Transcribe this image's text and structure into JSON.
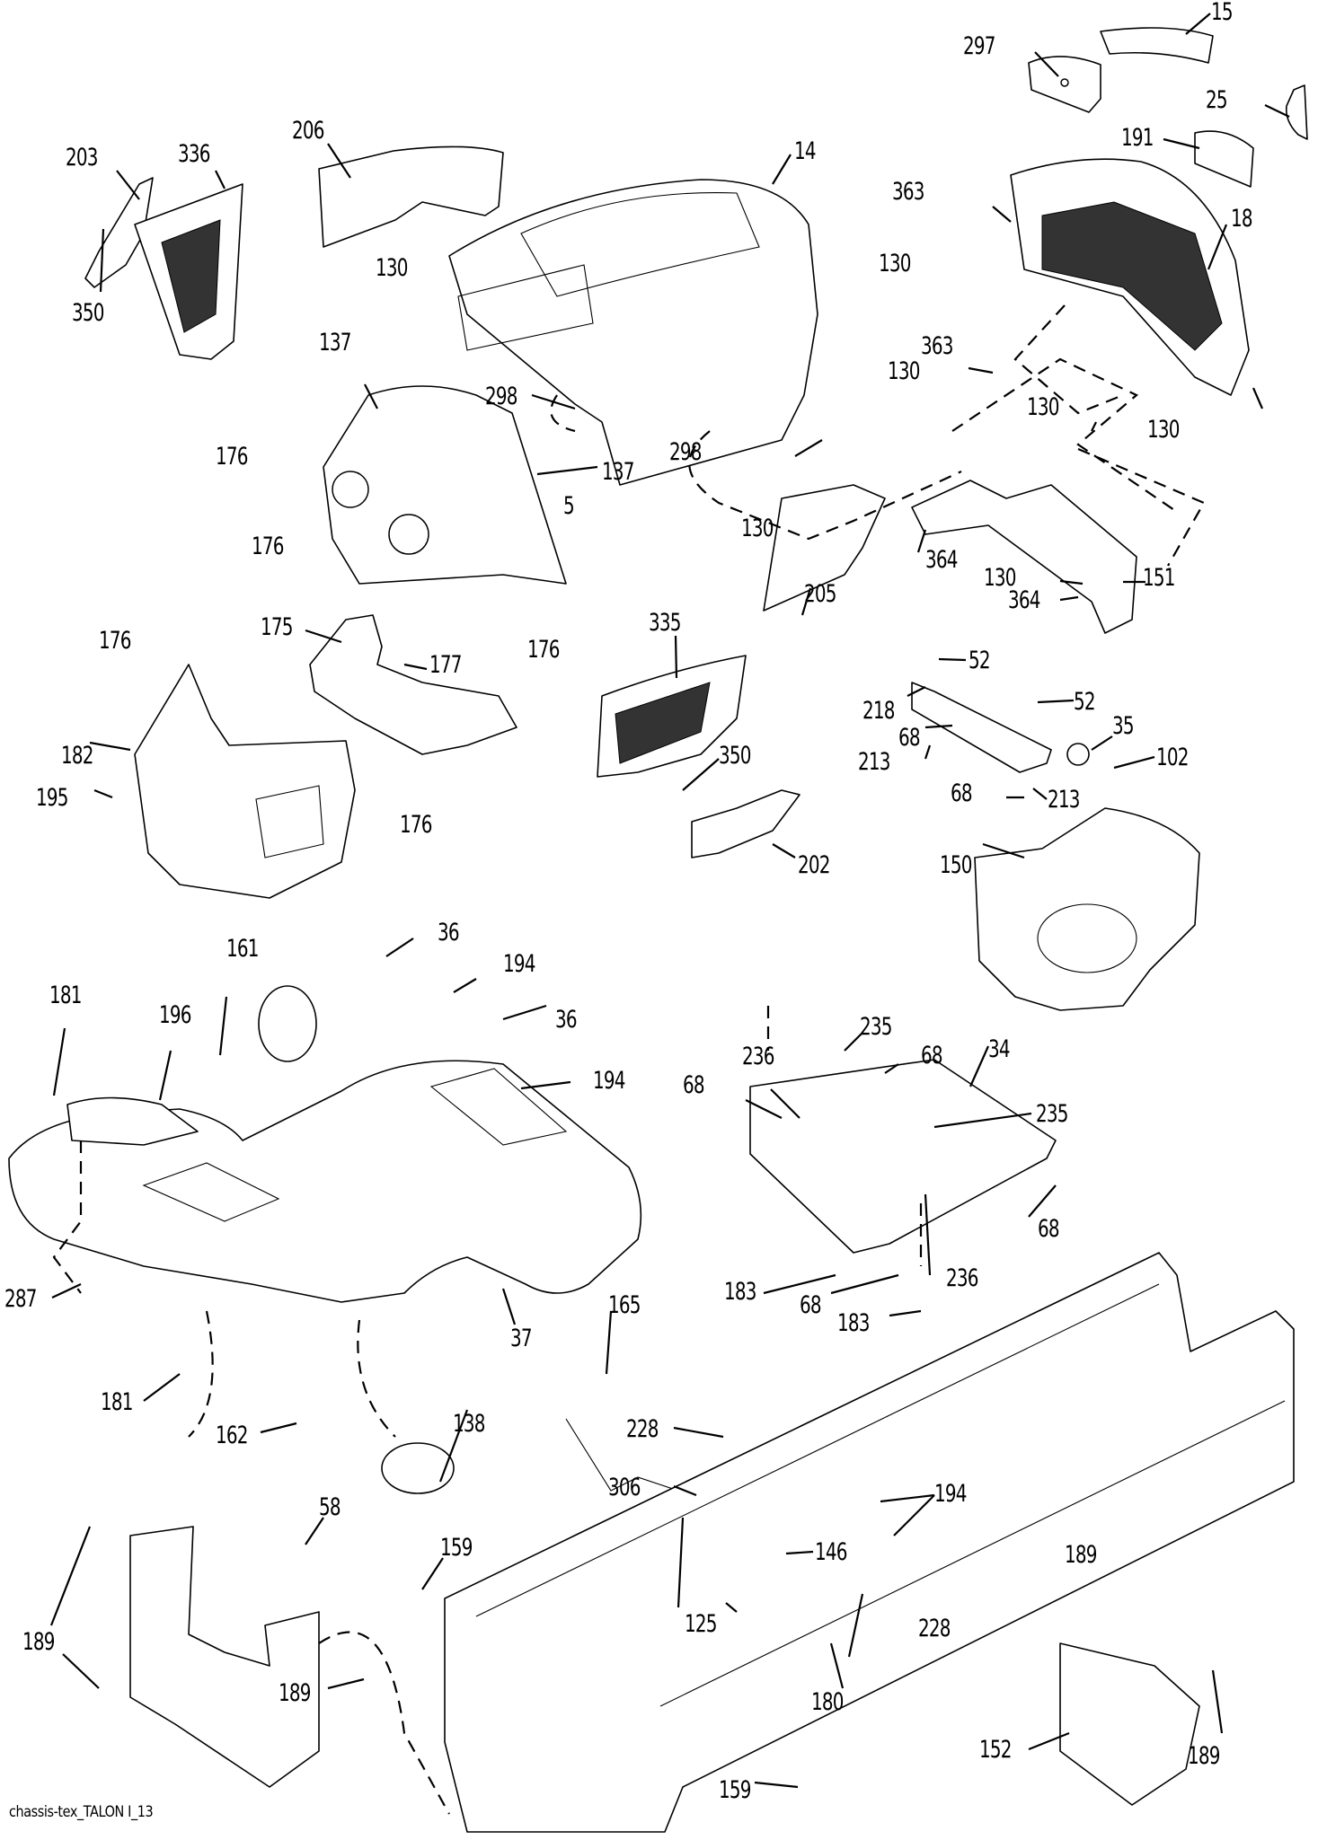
{
  "diagram": {
    "title": "chassis-tex_TALON I_13",
    "type": "exploded parts diagram",
    "callouts": [
      {
        "id": "c15",
        "label": "15"
      },
      {
        "id": "c297",
        "label": "297"
      },
      {
        "id": "c25",
        "label": "25"
      },
      {
        "id": "c191",
        "label": "191"
      },
      {
        "id": "c206",
        "label": "206"
      },
      {
        "id": "c203",
        "label": "203"
      },
      {
        "id": "c336",
        "label": "336"
      },
      {
        "id": "c14",
        "label": "14"
      },
      {
        "id": "c363a",
        "label": "363"
      },
      {
        "id": "c130a",
        "label": "130"
      },
      {
        "id": "c18",
        "label": "18"
      },
      {
        "id": "c350a",
        "label": "350"
      },
      {
        "id": "c130b",
        "label": "130"
      },
      {
        "id": "c363b",
        "label": "363"
      },
      {
        "id": "c130c",
        "label": "130"
      },
      {
        "id": "c130d",
        "label": "130"
      },
      {
        "id": "c130e",
        "label": "130"
      },
      {
        "id": "c137a",
        "label": "137"
      },
      {
        "id": "c298a",
        "label": "298"
      },
      {
        "id": "c176a",
        "label": "176"
      },
      {
        "id": "c298b",
        "label": "298"
      },
      {
        "id": "c137b",
        "label": "137"
      },
      {
        "id": "c5",
        "label": "5"
      },
      {
        "id": "c130f",
        "label": "130"
      },
      {
        "id": "c364a",
        "label": "364"
      },
      {
        "id": "c130g",
        "label": "130"
      },
      {
        "id": "c151",
        "label": "151"
      },
      {
        "id": "c176b",
        "label": "176"
      },
      {
        "id": "c364b",
        "label": "364"
      },
      {
        "id": "c205",
        "label": "205"
      },
      {
        "id": "c176c",
        "label": "176"
      },
      {
        "id": "c176d",
        "label": "176"
      },
      {
        "id": "c175",
        "label": "175"
      },
      {
        "id": "c177",
        "label": "177"
      },
      {
        "id": "c335",
        "label": "335"
      },
      {
        "id": "c52a",
        "label": "52"
      },
      {
        "id": "c218",
        "label": "218"
      },
      {
        "id": "c52b",
        "label": "52"
      },
      {
        "id": "c182",
        "label": "182"
      },
      {
        "id": "c68a",
        "label": "68"
      },
      {
        "id": "c35",
        "label": "35"
      },
      {
        "id": "c213a",
        "label": "213"
      },
      {
        "id": "c102",
        "label": "102"
      },
      {
        "id": "c176e",
        "label": "176"
      },
      {
        "id": "c350b",
        "label": "350"
      },
      {
        "id": "c195",
        "label": "195"
      },
      {
        "id": "c68b",
        "label": "68"
      },
      {
        "id": "c213b",
        "label": "213"
      },
      {
        "id": "c202",
        "label": "202"
      },
      {
        "id": "c150",
        "label": "150"
      },
      {
        "id": "c36a",
        "label": "36"
      },
      {
        "id": "c161",
        "label": "161"
      },
      {
        "id": "c194a",
        "label": "194"
      },
      {
        "id": "c181a",
        "label": "181"
      },
      {
        "id": "c196",
        "label": "196"
      },
      {
        "id": "c36b",
        "label": "36"
      },
      {
        "id": "c235a",
        "label": "235"
      },
      {
        "id": "c194b",
        "label": "194"
      },
      {
        "id": "c236a",
        "label": "236"
      },
      {
        "id": "c68c",
        "label": "68"
      },
      {
        "id": "c34",
        "label": "34"
      },
      {
        "id": "c68d",
        "label": "68"
      },
      {
        "id": "c235b",
        "label": "235"
      },
      {
        "id": "c68e",
        "label": "68"
      },
      {
        "id": "c236b",
        "label": "236"
      },
      {
        "id": "c183a",
        "label": "183"
      },
      {
        "id": "c68f",
        "label": "68"
      },
      {
        "id": "c183b",
        "label": "183"
      },
      {
        "id": "c287",
        "label": "287"
      },
      {
        "id": "c165",
        "label": "165"
      },
      {
        "id": "c37",
        "label": "37"
      },
      {
        "id": "c181b",
        "label": "181"
      },
      {
        "id": "c138",
        "label": "138"
      },
      {
        "id": "c162",
        "label": "162"
      },
      {
        "id": "c228a",
        "label": "228"
      },
      {
        "id": "c306",
        "label": "306"
      },
      {
        "id": "c194c",
        "label": "194"
      },
      {
        "id": "c58",
        "label": "58"
      },
      {
        "id": "c146",
        "label": "146"
      },
      {
        "id": "c159a",
        "label": "159"
      },
      {
        "id": "c189a",
        "label": "189"
      },
      {
        "id": "c125",
        "label": "125"
      },
      {
        "id": "c228b",
        "label": "228"
      },
      {
        "id": "c189b",
        "label": "189"
      },
      {
        "id": "c189c",
        "label": "189"
      },
      {
        "id": "c180",
        "label": "180"
      },
      {
        "id": "c152",
        "label": "152"
      },
      {
        "id": "c189d",
        "label": "189"
      },
      {
        "id": "c159b",
        "label": "159"
      }
    ]
  }
}
